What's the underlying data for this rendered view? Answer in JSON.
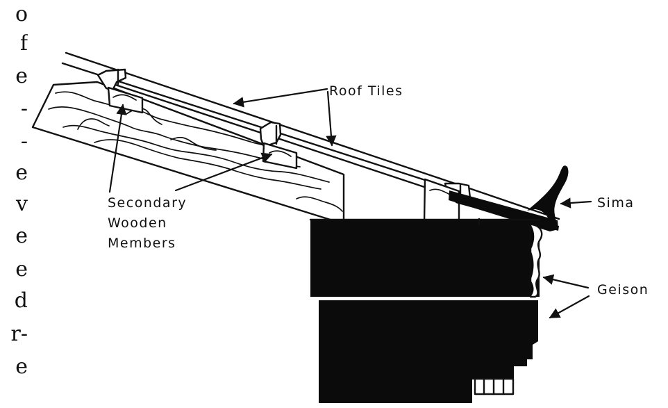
{
  "left_text": {
    "fragments": [
      "o",
      "f",
      "e",
      "-",
      "-",
      "e",
      "v",
      "e",
      "e",
      "d",
      "r-",
      "e"
    ]
  },
  "diagram": {
    "labels": {
      "roof_tiles": "Roof  Tiles",
      "secondary_line1": "Secondary",
      "secondary_line2": "Wooden",
      "secondary_line3": "Members",
      "sima": "Sima",
      "geison": "Geison"
    },
    "colors": {
      "ink": "#111111",
      "paper": "#ffffff"
    }
  }
}
